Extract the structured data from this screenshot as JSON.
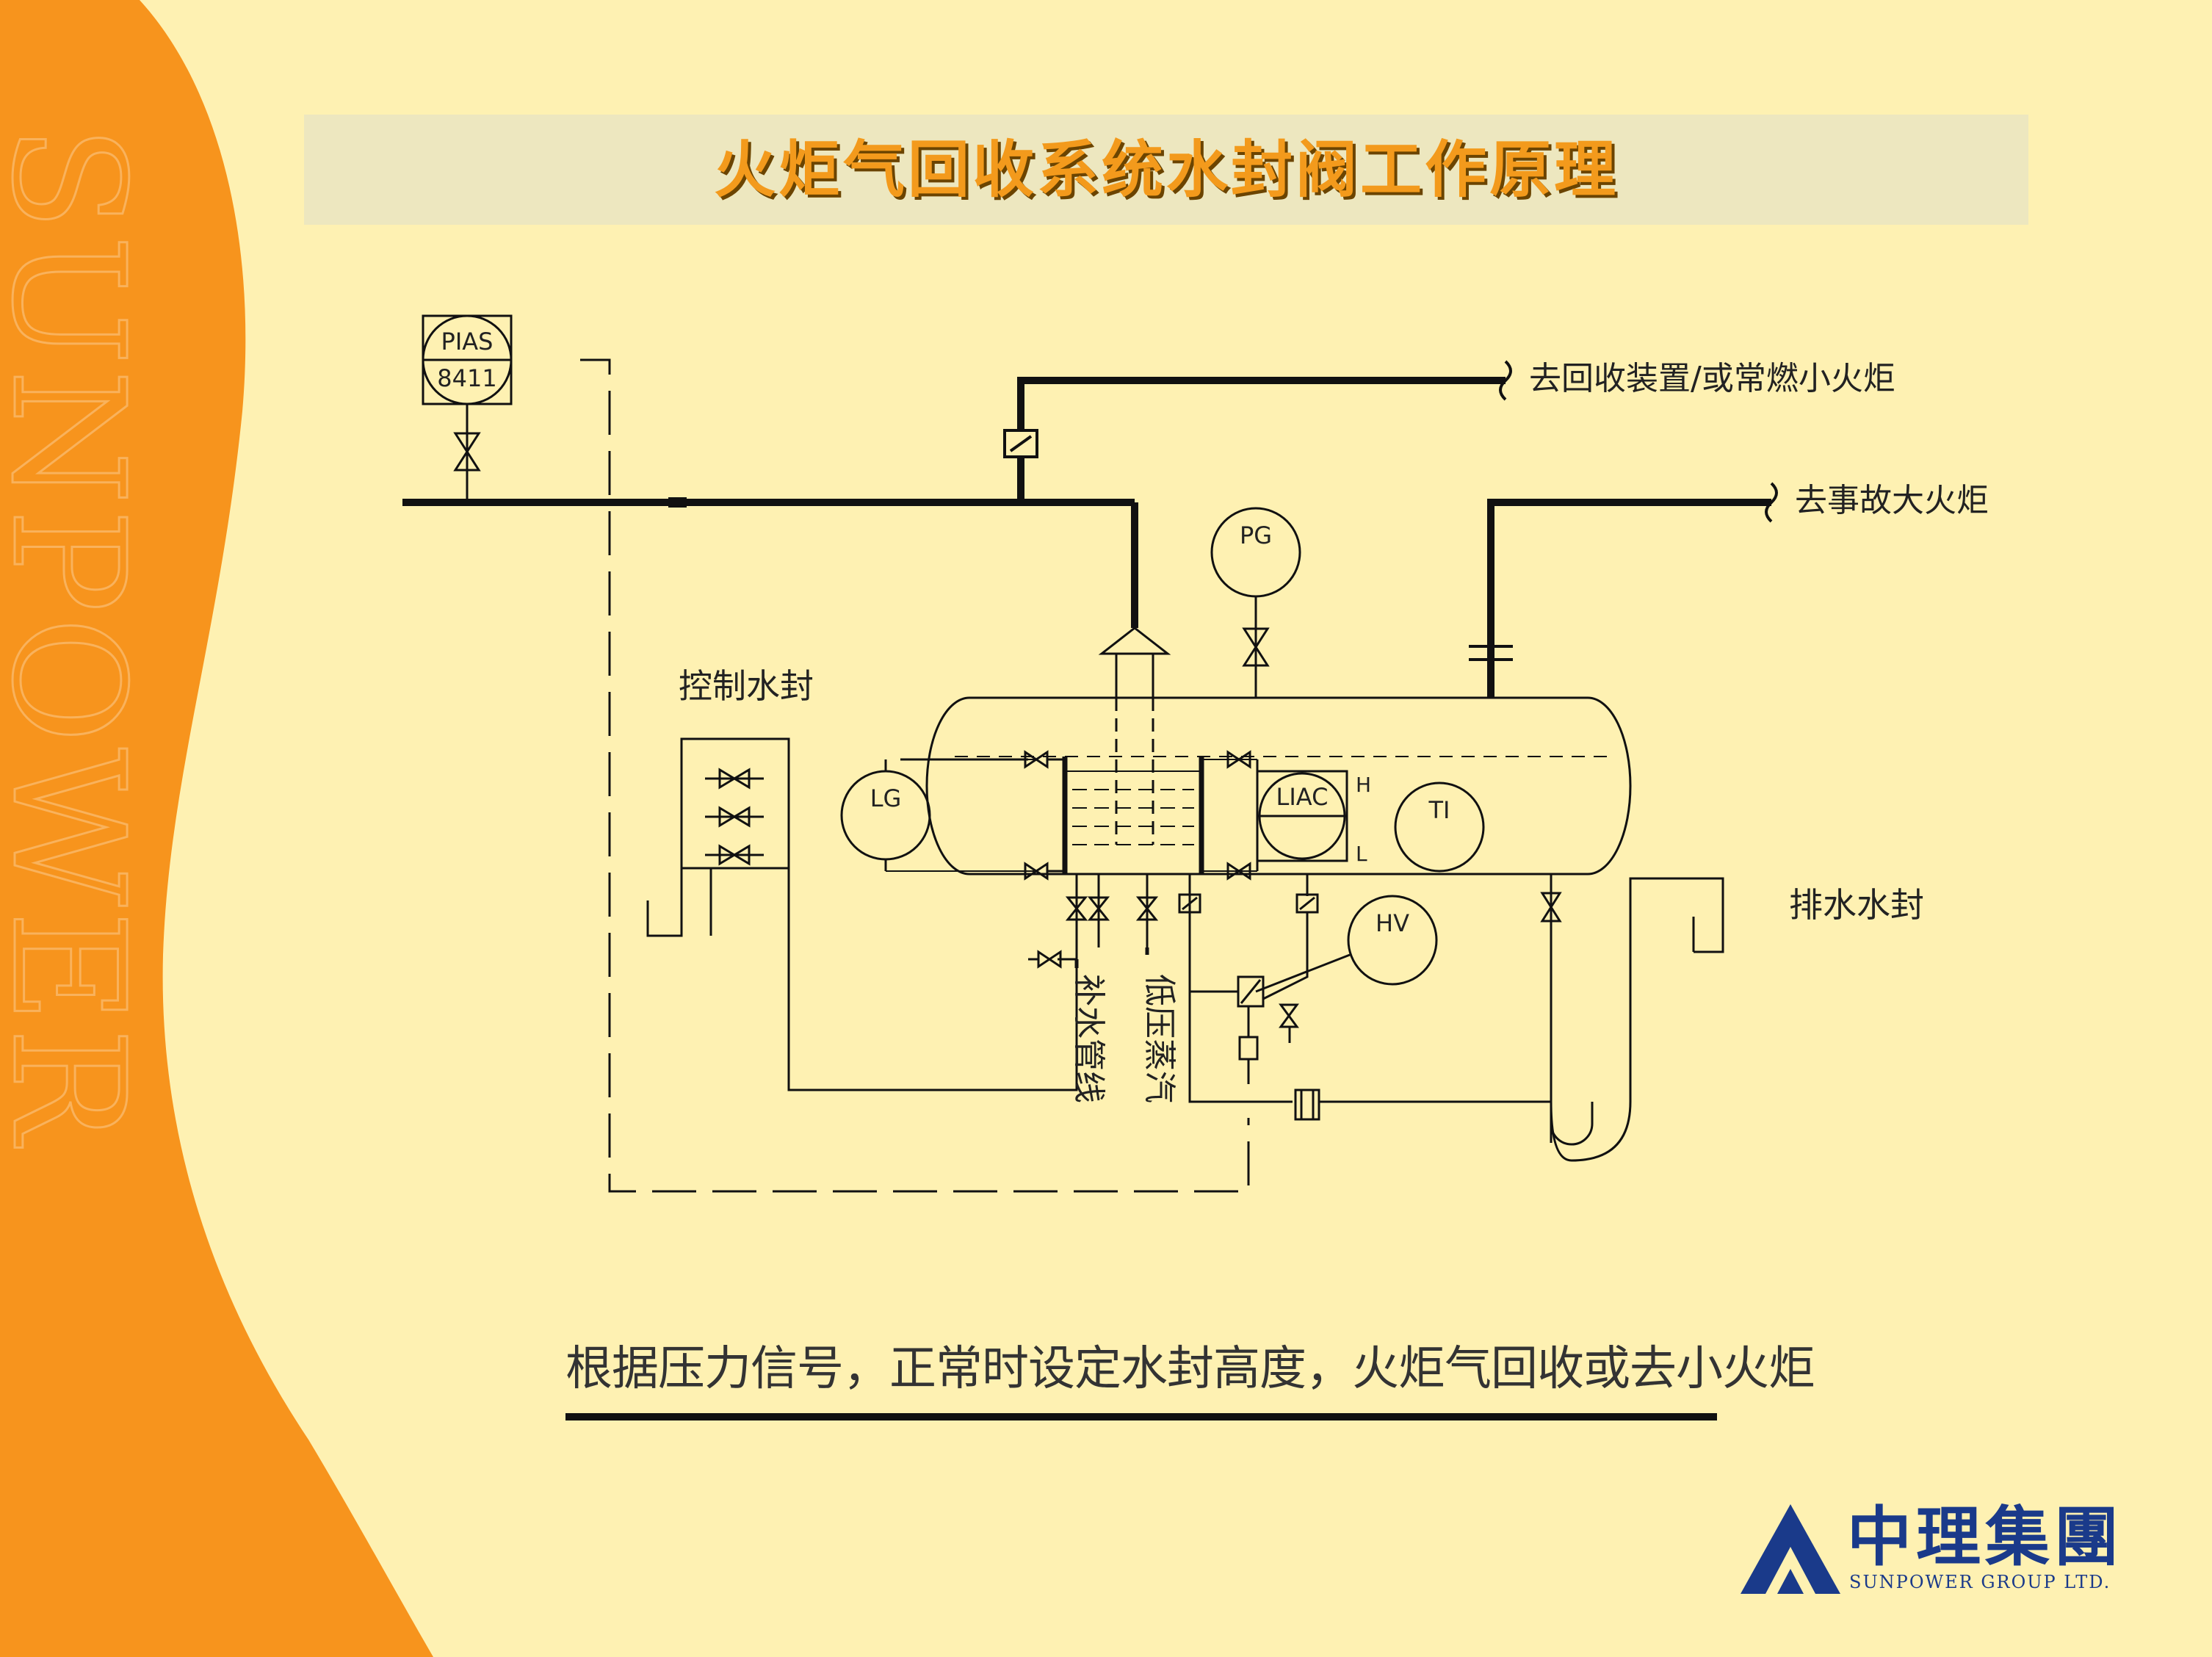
{
  "slide": {
    "title": "火炬气回收系统水封阀工作原理",
    "caption": "根据压力信号，正常时设定水封高度，火炬气回收或去小火炬",
    "watermark": "SUNPOWER",
    "colors": {
      "background": "#FEF1B2",
      "orange_band": "#F7941D",
      "title_bar": "#EDE7BF",
      "title_text": "#F39A1C",
      "logo_blue": "#1a3a8a"
    }
  },
  "diagram": {
    "instruments": {
      "pias_top": "PIAS",
      "pias_bottom": "8411",
      "pg": "PG",
      "lg": "LG",
      "liac": "LIAC",
      "ti": "TI",
      "hv": "HV",
      "level_high": "H",
      "level_low": "L"
    },
    "labels": {
      "to_recovery": "去回收装置/或常燃小火炬",
      "to_emergency": "去事故大火炬",
      "control_seal": "控制水封",
      "drain_seal": "排水水封",
      "makeup_water": "补水管线",
      "low_pressure_steam": "低压蒸汽"
    }
  },
  "logo": {
    "chinese": "中理集團",
    "english": "SUNPOWER GROUP LTD."
  }
}
